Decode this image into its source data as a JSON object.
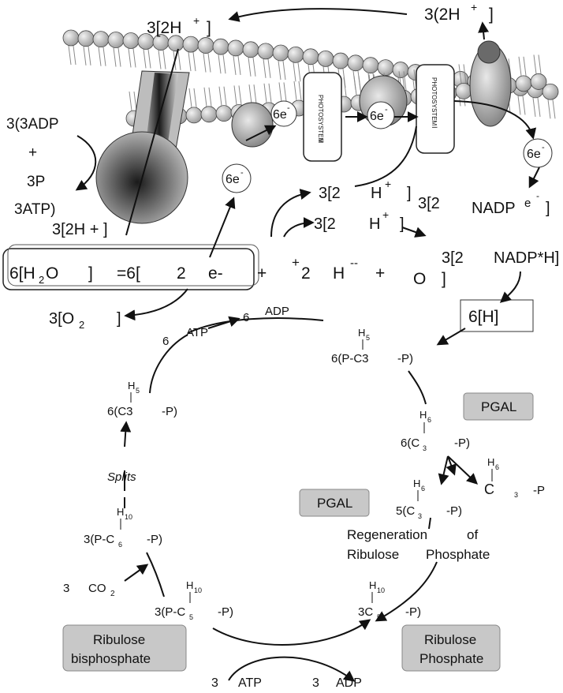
{
  "membrane": {
    "h_top_left": "3[2H",
    "h_top_left_sup": "+",
    "h_top_left_close": "]",
    "h_top_right": "3(2H",
    "h_top_right_sup": "+",
    "h_top_right_close": "]",
    "photosystem_2": "PHOTOSYSTEM",
    "photosystem_2_num": "II",
    "photosystem_1": "PHOTOSYSTEM",
    "photosystem_1_num": "I",
    "electrons_mid": "6e",
    "electrons_mid_sup": "-",
    "electrons_left": "6e",
    "electrons_left_sup": "-",
    "electrons_right": "6e",
    "electrons_right_sup": "-",
    "electrons_lower": "6e",
    "electrons_lower_sup": "-"
  },
  "atp_synthase": {
    "adp_line1": "3(3ADP",
    "adp_plus": "+",
    "adp_line2": "3P",
    "atp": "3ATP)",
    "h_bottom": "3[2H + ]"
  },
  "light_reaction": {
    "h_plus_a": "3[2",
    "h_plus_a_h": "H",
    "h_plus_a_sup": "+",
    "h_plus_a_close": "]",
    "h_plus_b": "3[2",
    "h_plus_b_h": "H",
    "h_plus_b_sup": "+",
    "h_plus_b_close": "]",
    "nadp_a": "3[2",
    "nadp_e": "NADP",
    "nadp_e_sup": "e",
    "nadp_e_sup2": "-",
    "nadp_e_close": "]",
    "nadph_prefix": "3[2",
    "nadph": "NADP*H]",
    "equation": {
      "lhs": "6[H",
      "lhs_sub": "2",
      "lhs_o": "O",
      "lhs_close": "]",
      "eq": "=6[",
      "two1": "2",
      "e": "e-",
      "plus1": "+",
      "plus_sup": "+",
      "two2": "2",
      "h": "H",
      "h_sup": "--",
      "plus2": "+",
      "o": "O",
      "close": "]"
    },
    "oxygen": "3[O",
    "oxygen_sub": "2",
    "oxygen_close": "]",
    "six_h": "6[H]"
  },
  "calvin_cycle": {
    "atp_adp_atp": "6",
    "atp_label": "ATP",
    "atp_adp_6": "6",
    "adp_label": "ADP",
    "pgal_top": "6(P-C3",
    "pgal_top_h": "H",
    "pgal_top_h_sub": "5",
    "pgal_top_end": "-P)",
    "c3p_left": "6(C3",
    "c3p_left_h": "H",
    "c3p_left_h_sub": "5",
    "c3p_left_end": "-P)",
    "pgal_box_right": "PGAL",
    "pgal_box_left": "PGAL",
    "c3_right": "6(C",
    "c3_right_sub": "3",
    "c3_right_h": "H",
    "c3_right_h_sub": "6",
    "c3_right_end": "-P)",
    "c3_single": "C",
    "c3_single_sub": "3",
    "c3_single_h": "H",
    "c3_single_h_sub": "6",
    "c3_single_end": "-P",
    "c3_five": "5(C",
    "c3_five_sub": "3",
    "c3_five_h": "H",
    "c3_five_h_sub": "6",
    "c3_five_end": "-P)",
    "splits": "Splits",
    "c6": "3(P-C",
    "c6_sub": "6",
    "c6_h": "H",
    "c6_h_sub": "10",
    "c6_end": "-P)",
    "co2_coef": "3",
    "co2": "CO",
    "co2_sub": "2",
    "regen_line1a": "Regeneration",
    "regen_line1b": "of",
    "regen_line2a": "Ribulose",
    "regen_line2b": "Phosphate",
    "c5_left": "3(P-C",
    "c5_left_sub": "5",
    "c5_left_h": "H",
    "c5_left_h_sub": "10",
    "c5_left_end": "-P)",
    "c5_right": "3C",
    "c5_right_sub": "5",
    "c5_right_h": "H",
    "c5_right_h_sub": "10",
    "c5_right_end": "-P)",
    "rubp_line1": "Ribulose",
    "rubp_line2": "bisphosphate",
    "rup_line1": "Ribulose",
    "rup_line2": "Phosphate",
    "atp_bottom_coef": "3",
    "atp_bottom": "ATP",
    "adp_bottom_coef": "3",
    "adp_bottom": "ADP"
  },
  "colors": {
    "ink": "#111111",
    "box_fill": "#c8c8c8",
    "membrane_ball": "#c9c9c9",
    "membrane_tail": "#8a8a8a"
  }
}
